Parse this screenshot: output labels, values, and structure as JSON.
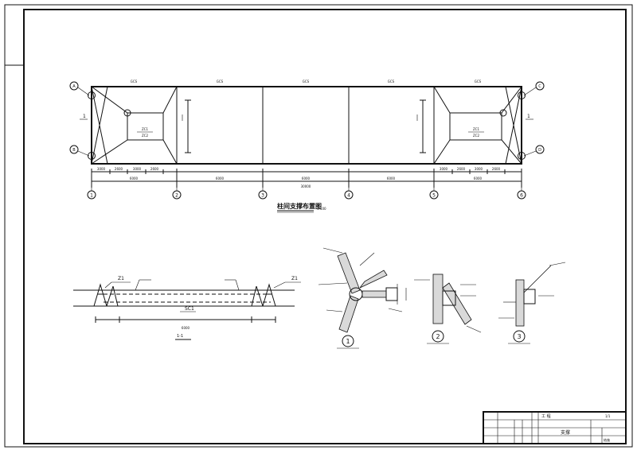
{
  "sheet": {
    "plan_title": "柱间支撑布置图",
    "plan_scale": "1:100",
    "bay_labels": [
      "GCS",
      "GCS",
      "GCS",
      "GCS",
      "GCS"
    ],
    "dim_top": [
      "3000",
      "2600",
      "3000",
      "2600"
    ],
    "dim_bays": [
      "6000",
      "6000",
      "6000",
      "6000",
      "6000"
    ],
    "dim_total": "30000",
    "axes": [
      "1",
      "2",
      "3",
      "4",
      "5",
      "6"
    ],
    "elevation_labels": [
      "A",
      "B",
      "C",
      "D"
    ],
    "side_label": "1",
    "lower_brace_label": "ZC1",
    "lower_brace_label_2": "ZC2",
    "section_mark": "1-1",
    "z1": "Z1",
    "cable_label": "SC1",
    "details": [
      "1",
      "2",
      "3"
    ],
    "title_block": {
      "project": "工 程",
      "sheet_no": "1/1",
      "sheet_label": "支撑",
      "code": "结施"
    }
  }
}
